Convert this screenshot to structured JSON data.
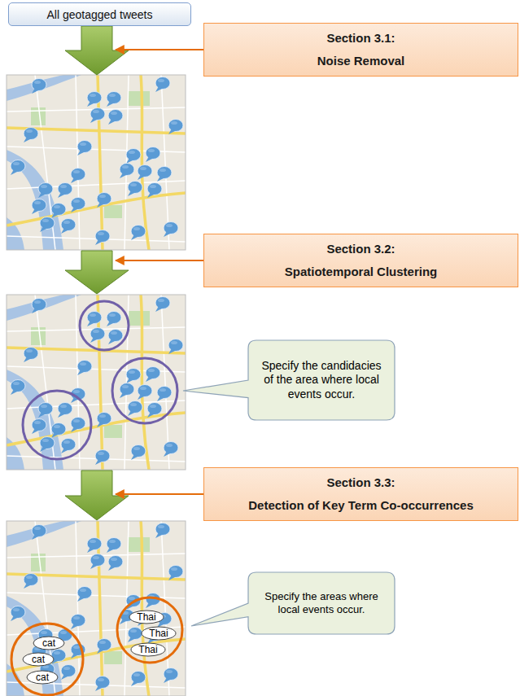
{
  "diagram": {
    "nodes": [
      {
        "text": [
          "All geotagged tweets"
        ]
      },
      {
        "text": [
          "Section 3.1:",
          "Noise Removal"
        ]
      },
      {
        "text": [
          "Section 3.2:",
          "Spatiotemporal Clustering"
        ]
      },
      {
        "text": [
          "Specify the candidacies of the area where local events occur."
        ]
      },
      {
        "text": [
          "Section 3.3:",
          "Detection of Key Term Co-occurrences"
        ]
      },
      {
        "text": [
          "Specify the areas where local events occur."
        ]
      },
      {
        "text": [
          "Thai"
        ]
      },
      {
        "text": [
          "Thai"
        ]
      },
      {
        "text": [
          "Thai"
        ]
      },
      {
        "text": [
          "cat"
        ]
      },
      {
        "text": [
          "cat"
        ]
      },
      {
        "text": [
          "cat"
        ]
      }
    ]
  }
}
